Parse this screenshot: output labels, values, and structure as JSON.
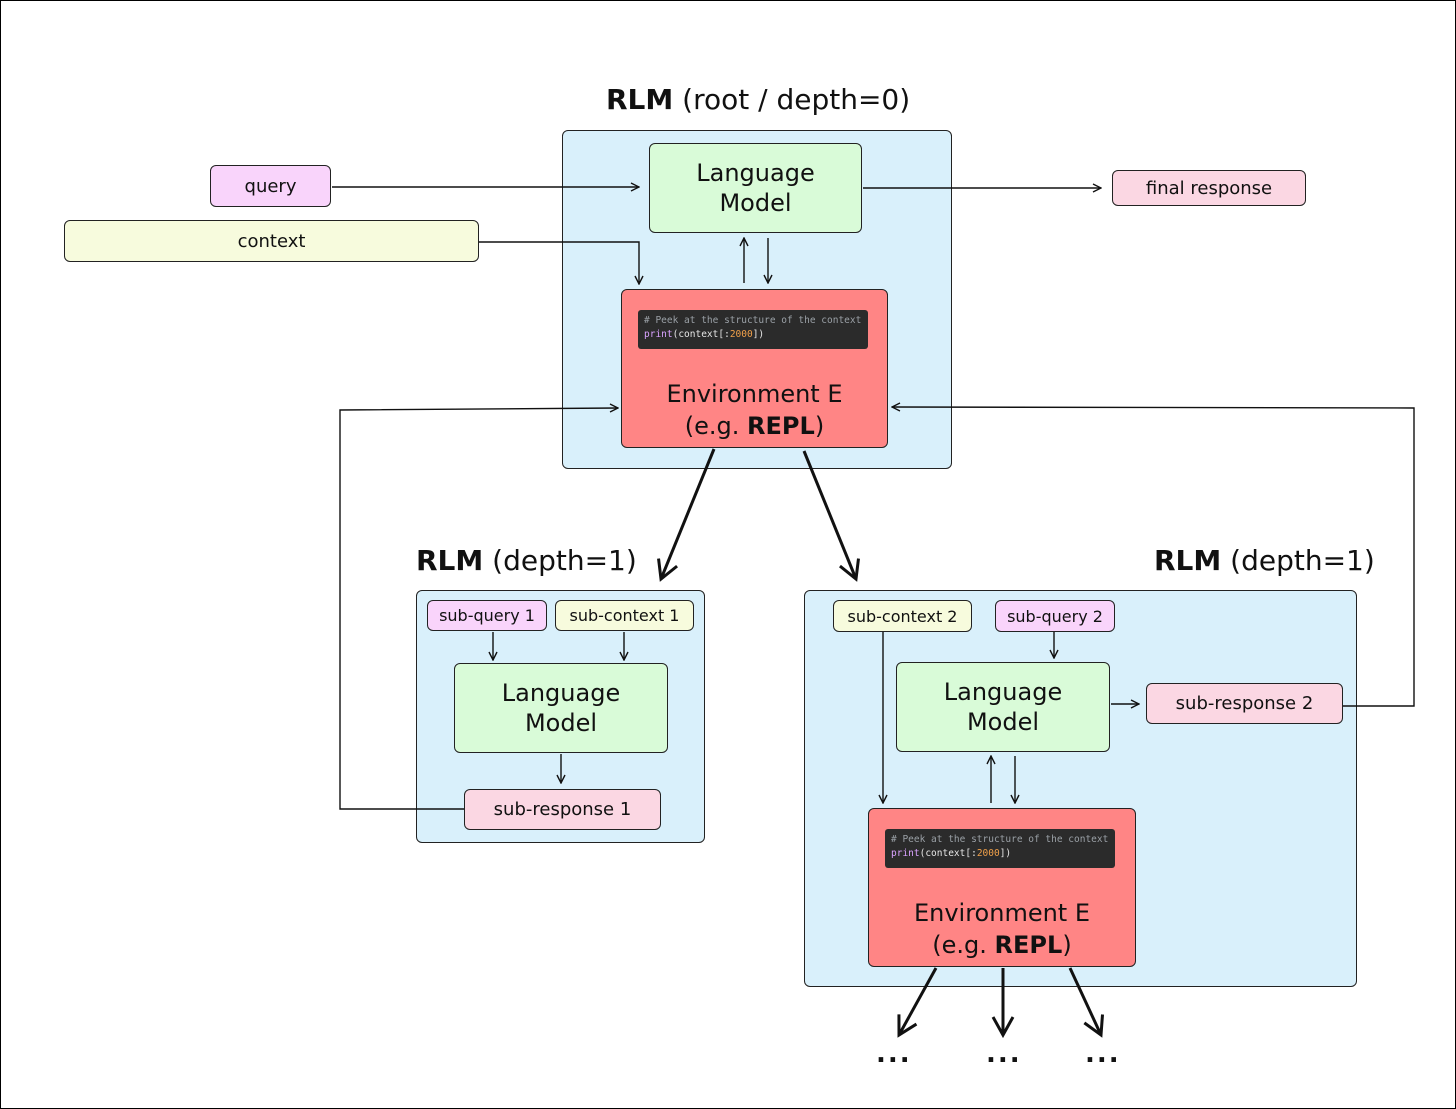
{
  "root": {
    "title_bold": "RLM",
    "title_rest": " (root / depth=0)",
    "lm_line1": "Language",
    "lm_line2": "Model",
    "code_comment": "# Peek at the structure of the context",
    "code_fn": "print",
    "code_mid": "(context[:",
    "code_num": "2000",
    "code_end": "])",
    "env_line1": "Environment E",
    "env_pre": "(e.g. ",
    "env_bold": "REPL",
    "env_post": ")"
  },
  "inputs": {
    "query": "query",
    "context": "context"
  },
  "output": {
    "final": "final response"
  },
  "child1": {
    "title_bold": "RLM",
    "title_rest": " (depth=1)",
    "subquery": "sub-query 1",
    "subcontext": "sub-context 1",
    "lm_line1": "Language",
    "lm_line2": "Model",
    "subresponse": "sub-response 1"
  },
  "child2": {
    "title_bold": "RLM",
    "title_rest": " (depth=1)",
    "subcontext": "sub-context 2",
    "subquery": "sub-query 2",
    "lm_line1": "Language",
    "lm_line2": "Model",
    "subresponse": "sub-response 2",
    "code_comment": "# Peek at the structure of the context",
    "code_fn": "print",
    "code_mid": "(context[:",
    "code_num": "2000",
    "code_end": "])",
    "env_line1": "Environment E",
    "env_pre": "(e.g. ",
    "env_bold": "REPL",
    "env_post": ")"
  },
  "ellipsis": [
    "...",
    "...",
    "..."
  ],
  "colors": {
    "panel": "#d9f0fb",
    "language_model": "#d9fbd8",
    "environment": "#ff8585",
    "query": "#f9d4fb",
    "context": "#f7fbdd",
    "response": "#fbd7e3"
  }
}
